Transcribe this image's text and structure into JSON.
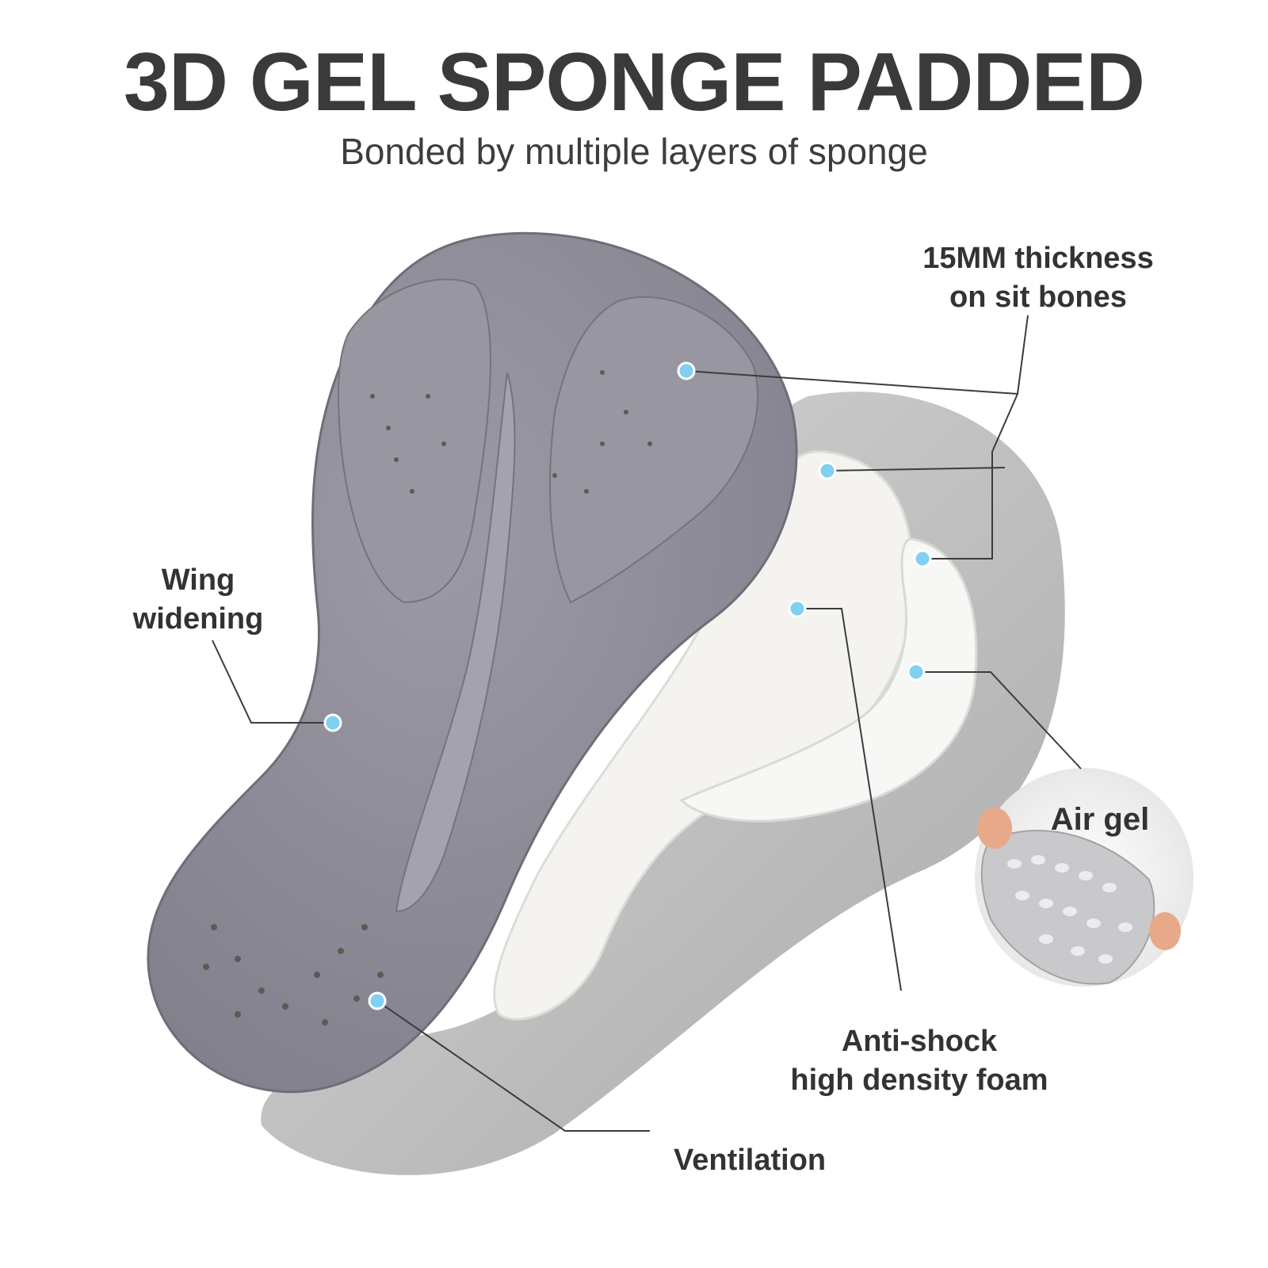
{
  "header": {
    "title": "3D GEL SPONGE PADDED",
    "subtitle": "Bonded by multiple layers of sponge"
  },
  "callouts": {
    "thickness": "15MM thickness\non sit bones",
    "wing": "Wing\nwidening",
    "air_gel": "Air gel",
    "anti_shock": "Anti-shock\nhigh density foam",
    "ventilation": "Ventilation"
  },
  "colors": {
    "pad_gray": "#8f8d98",
    "pad_dark": "#6f6d78",
    "foam_white": "#f3f2ee",
    "shadow_layer": "#bdbdbd",
    "marker_blue": "#7fd0f2",
    "text_dark": "#3a3a3c"
  },
  "icons": [
    "marker-dot",
    "air-gel-inset"
  ]
}
